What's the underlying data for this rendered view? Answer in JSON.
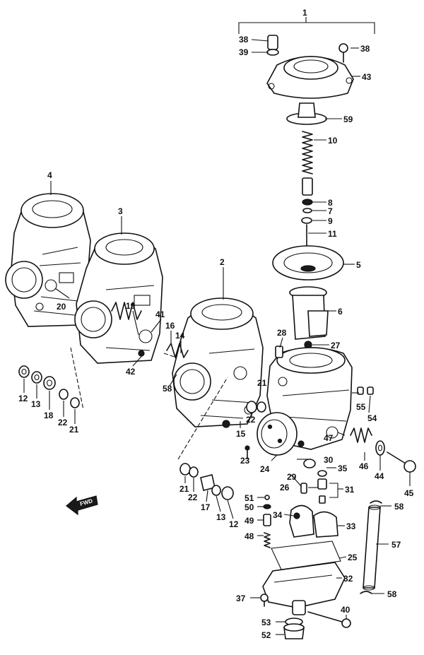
{
  "direction_label": "FWD",
  "colors": {
    "ink": "#111111",
    "paper": "#ffffff"
  },
  "callouts": [
    {
      "id": "c1",
      "label": "1"
    },
    {
      "id": "c38a",
      "label": "38"
    },
    {
      "id": "c39",
      "label": "39"
    },
    {
      "id": "c38b",
      "label": "38"
    },
    {
      "id": "c43",
      "label": "43"
    },
    {
      "id": "c59",
      "label": "59"
    },
    {
      "id": "c10",
      "label": "10"
    },
    {
      "id": "c8a",
      "label": "8"
    },
    {
      "id": "c7",
      "label": "7"
    },
    {
      "id": "c9",
      "label": "9"
    },
    {
      "id": "c11",
      "label": "11"
    },
    {
      "id": "c5",
      "label": "5"
    },
    {
      "id": "c6",
      "label": "6"
    },
    {
      "id": "c27",
      "label": "27"
    },
    {
      "id": "c28",
      "label": "28"
    },
    {
      "id": "c4",
      "label": "4"
    },
    {
      "id": "c3",
      "label": "3"
    },
    {
      "id": "c2",
      "label": "2"
    },
    {
      "id": "c20",
      "label": "20"
    },
    {
      "id": "c19",
      "label": "19"
    },
    {
      "id": "c41",
      "label": "41"
    },
    {
      "id": "c16",
      "label": "16"
    },
    {
      "id": "c14",
      "label": "14"
    },
    {
      "id": "c42",
      "label": "42"
    },
    {
      "id": "c58a",
      "label": "58"
    },
    {
      "id": "c21a",
      "label": "21"
    },
    {
      "id": "c22a",
      "label": "22"
    },
    {
      "id": "c15",
      "label": "15"
    },
    {
      "id": "c55",
      "label": "55"
    },
    {
      "id": "c54",
      "label": "54"
    },
    {
      "id": "c47",
      "label": "47"
    },
    {
      "id": "c46",
      "label": "46"
    },
    {
      "id": "c44",
      "label": "44"
    },
    {
      "id": "c45",
      "label": "45"
    },
    {
      "id": "c12a",
      "label": "12"
    },
    {
      "id": "c13a",
      "label": "13"
    },
    {
      "id": "c18",
      "label": "18"
    },
    {
      "id": "c22b",
      "label": "22"
    },
    {
      "id": "c21b",
      "label": "21"
    },
    {
      "id": "c23",
      "label": "23"
    },
    {
      "id": "c24",
      "label": "24"
    },
    {
      "id": "c30",
      "label": "30"
    },
    {
      "id": "c35",
      "label": "35"
    },
    {
      "id": "c29",
      "label": "29"
    },
    {
      "id": "c26",
      "label": "26"
    },
    {
      "id": "c31",
      "label": "31"
    },
    {
      "id": "c21c",
      "label": "21"
    },
    {
      "id": "c22c",
      "label": "22"
    },
    {
      "id": "c17",
      "label": "17"
    },
    {
      "id": "c13b",
      "label": "13"
    },
    {
      "id": "c12b",
      "label": "12"
    },
    {
      "id": "c51",
      "label": "51"
    },
    {
      "id": "c50",
      "label": "50"
    },
    {
      "id": "c49",
      "label": "49"
    },
    {
      "id": "c48",
      "label": "48"
    },
    {
      "id": "c34",
      "label": "34"
    },
    {
      "id": "c33",
      "label": "33"
    },
    {
      "id": "c58b",
      "label": "58"
    },
    {
      "id": "c57",
      "label": "57"
    },
    {
      "id": "c25",
      "label": "25"
    },
    {
      "id": "c32",
      "label": "32"
    },
    {
      "id": "c58c",
      "label": "58"
    },
    {
      "id": "c37",
      "label": "37"
    },
    {
      "id": "c40",
      "label": "40"
    },
    {
      "id": "c53",
      "label": "53"
    },
    {
      "id": "c52",
      "label": "52"
    }
  ]
}
